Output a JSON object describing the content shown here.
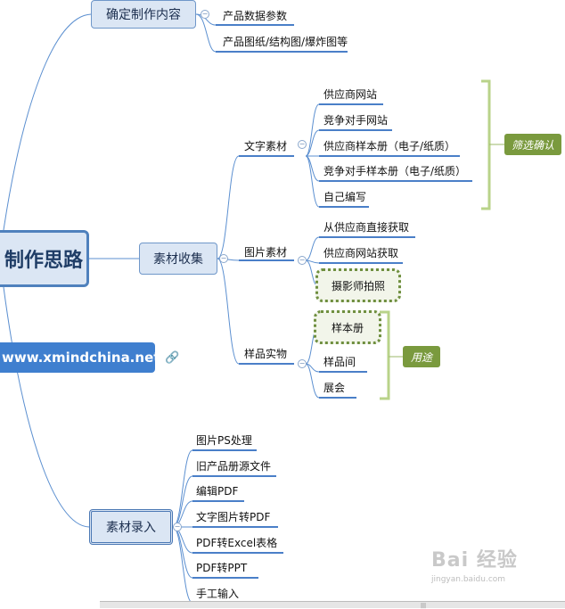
{
  "central_topic": "制作思路",
  "url_label": "www.xmindchina.net",
  "branches": {
    "confirm": {
      "label": "确定制作内容",
      "items": [
        "产品数据参数",
        "产品图纸/结构图/爆炸图等"
      ]
    },
    "collect": {
      "label": "素材收集",
      "text_material": {
        "label": "文字素材",
        "items": [
          "供应商网站",
          "竞争对手网站",
          "供应商样本册（电子/纸质）",
          "竞争对手样本册（电子/纸质）",
          "自己编写"
        ],
        "callout": "筛选确认"
      },
      "image_material": {
        "label": "图片素材",
        "items": [
          "从供应商直接获取",
          "供应商网站获取",
          "摄影师拍照"
        ]
      },
      "sample_material": {
        "label": "样品实物",
        "items": [
          "样本册",
          "样品间",
          "展会"
        ],
        "callout": "用途"
      }
    },
    "entry": {
      "label": "素材录入",
      "items": [
        "图片PS处理",
        "旧产品册源文件",
        "编辑PDF",
        "文字图片转PDF",
        "PDF转Excel表格",
        "PDF转PPT",
        "手工输入"
      ]
    }
  },
  "watermark": {
    "brand": "Bai 经验",
    "site": "jingyan.baidu.com"
  },
  "colors": {
    "line": "#5b8fd0",
    "underline": "#4a7fc8",
    "topic_fill": "#dbe6f4",
    "callout_green": "#7a9a3e",
    "url_fill": "#3f7fcf"
  }
}
